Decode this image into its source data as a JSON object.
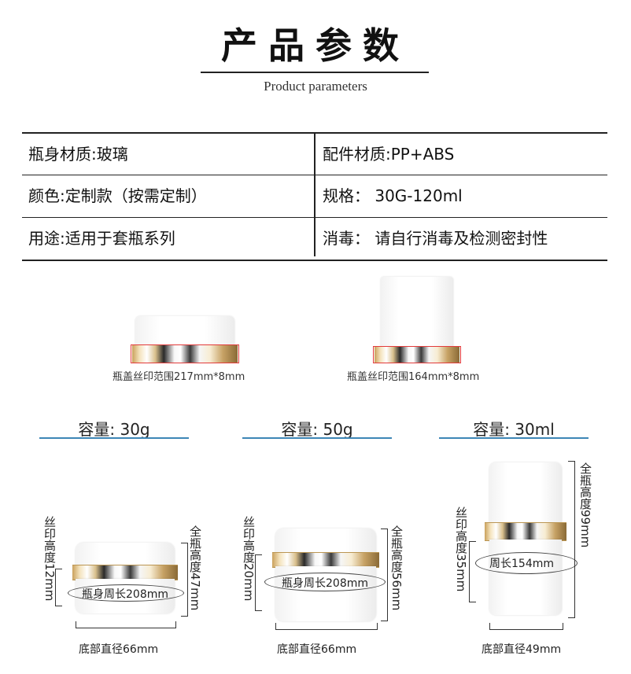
{
  "header": {
    "title": "产品参数",
    "subtitle": "Product parameters"
  },
  "spec_table": {
    "rows": [
      {
        "left": "瓶身材质:玻璃",
        "right": "配件材质:PP+ABS"
      },
      {
        "left": "颜色:定制款（按需定制）",
        "right": "规格： 30G-120ml"
      },
      {
        "left": "用途:适用于套瓶系列",
        "right": "消毒： 请自行消毒及检测密封性"
      }
    ]
  },
  "print_area": {
    "wide_cap": "瓶盖丝印范围217mm*8mm",
    "tall_cap": "瓶盖丝印范围164mm*8mm"
  },
  "products": [
    {
      "capacity": "容量: 30g",
      "print_height": "丝印高度12mm",
      "total_height": "全瓶高度47mm",
      "circumference": "瓶身周长208mm",
      "base_diameter": "底部直径66mm"
    },
    {
      "capacity": "容量: 50g",
      "print_height": "丝印高度20mm",
      "total_height": "全瓶高度56mm",
      "circumference": "瓶身周长208mm",
      "base_diameter": "底部直径66mm"
    },
    {
      "capacity": "容量: 30ml",
      "print_height": "丝印高度35mm",
      "total_height": "全瓶高度99mm",
      "circumference": "周长154mm",
      "base_diameter": "底部直径49mm"
    }
  ],
  "colors": {
    "accent_line": "#3d86b6",
    "gold": "#c9a35e",
    "highlight_box": "#e23b3b",
    "rule": "#222222"
  }
}
